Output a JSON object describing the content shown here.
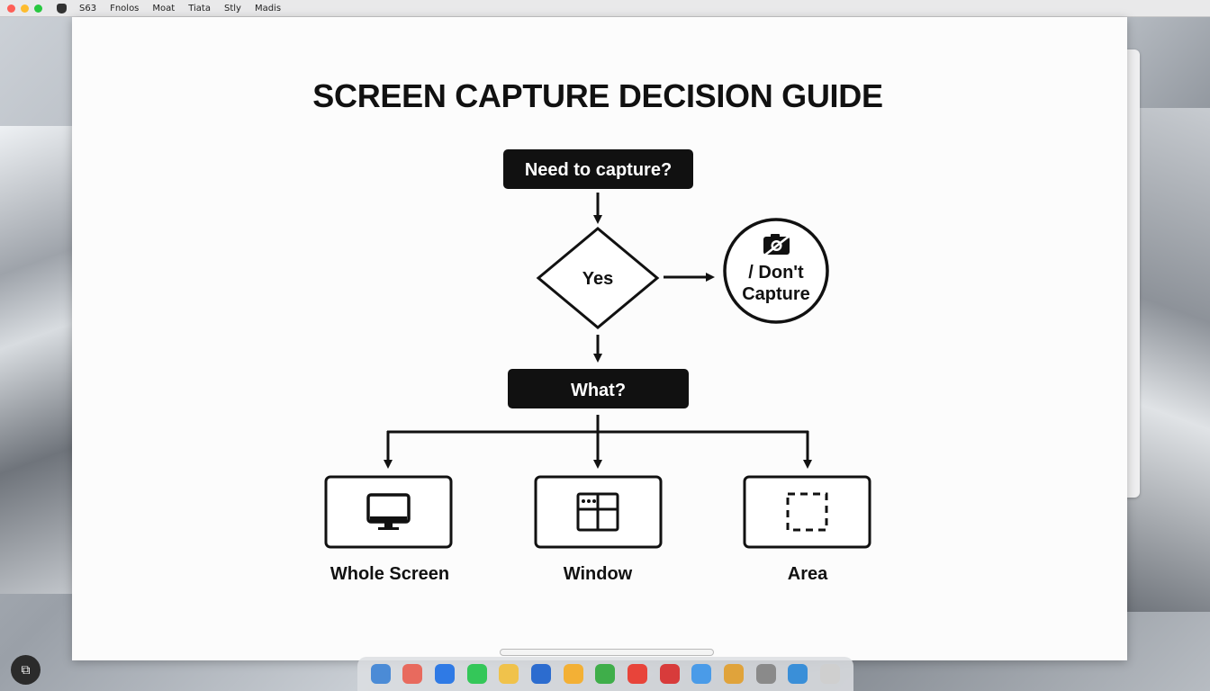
{
  "menubar": {
    "items": [
      "S63",
      "Fnolos",
      "Moat",
      "Tiata",
      "Stly",
      "Madis"
    ]
  },
  "diagram": {
    "title": "SCREEN CAPTURE DECISION GUIDE",
    "start_node": "Need to capture?",
    "decision_node": "Yes",
    "no_node_line1": "/ Don't",
    "no_node_line2": "Capture",
    "question_node": "What?",
    "options": [
      {
        "label": "Whole Screen",
        "icon": "monitor-icon"
      },
      {
        "label": "Window",
        "icon": "window-grid-icon"
      },
      {
        "label": "Area",
        "icon": "dashed-selection-icon"
      }
    ]
  },
  "dock": {
    "icons": [
      "finder-icon",
      "photos-icon",
      "safari-icon",
      "messages-icon",
      "notes-icon",
      "keynote-icon",
      "pages-icon",
      "numbers-icon",
      "calendar-icon",
      "news-icon",
      "appstore-icon",
      "chrome-icon",
      "pen-icon",
      "preview-icon",
      "trash-icon"
    ],
    "colors": [
      "#4b8bd6",
      "#e86a5e",
      "#2f7ae5",
      "#34c759",
      "#f0c24b",
      "#2c6ccf",
      "#f3b035",
      "#3fae4a",
      "#e8443a",
      "#d83b3b",
      "#4a9be8",
      "#e0a33b",
      "#8a8a8a",
      "#3a8fd8",
      "#cfcfcf"
    ]
  },
  "colors": {
    "node_fill": "#111111",
    "stroke": "#111111"
  }
}
